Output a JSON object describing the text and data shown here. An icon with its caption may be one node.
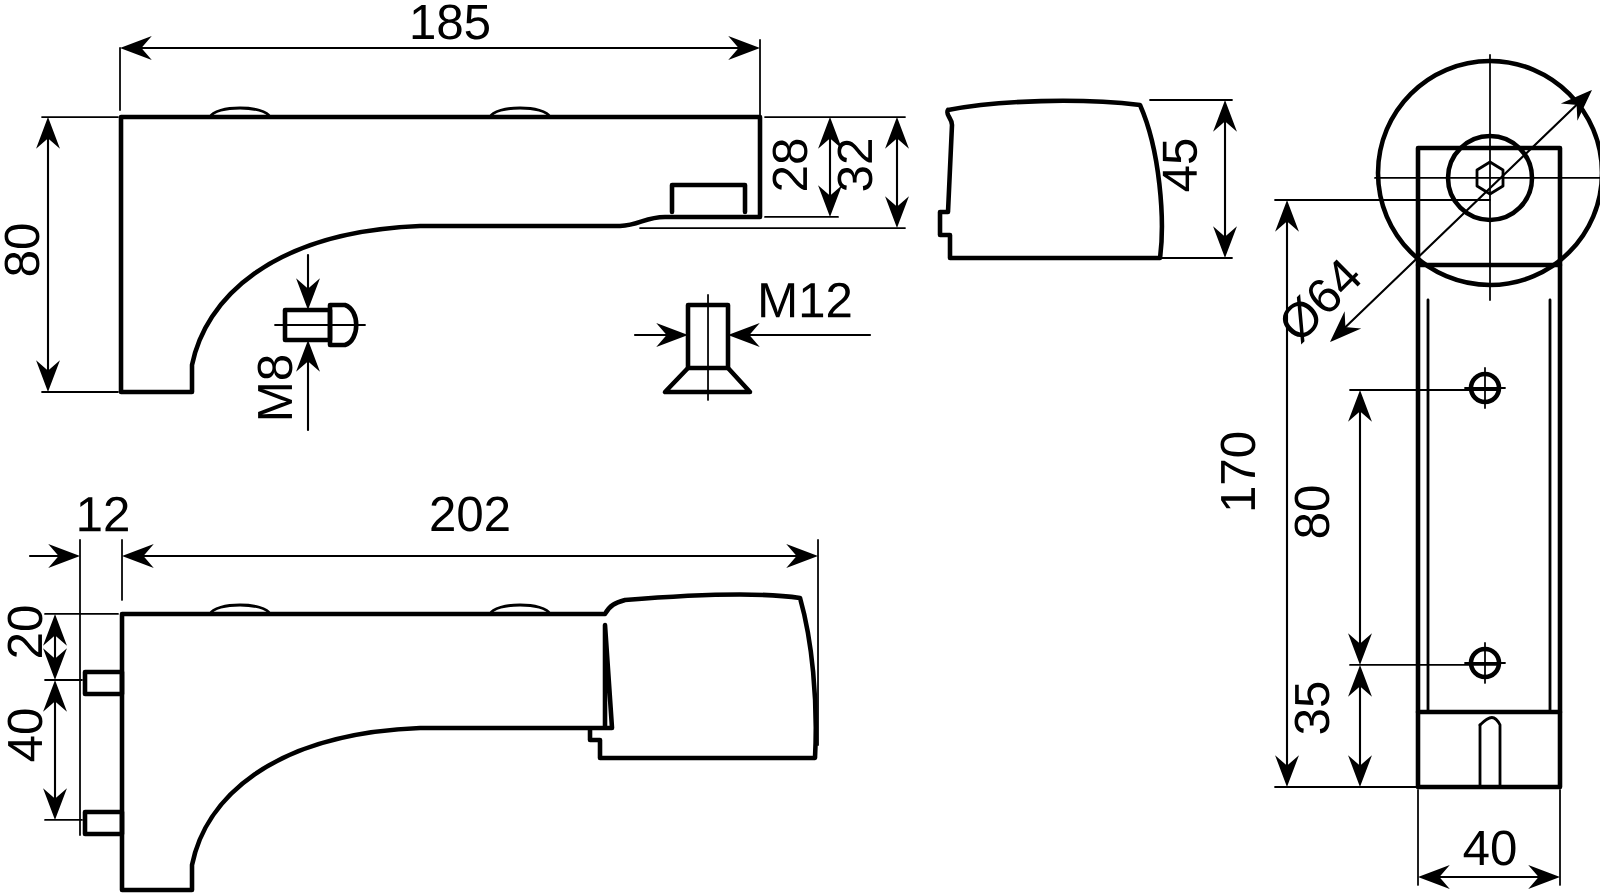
{
  "diagram": {
    "labels": [
      "185",
      "28",
      "32",
      "45",
      "80",
      "M12",
      "Ø64",
      "M8",
      "170",
      "12",
      "202",
      "20",
      "80",
      "40",
      "35",
      "40"
    ]
  }
}
